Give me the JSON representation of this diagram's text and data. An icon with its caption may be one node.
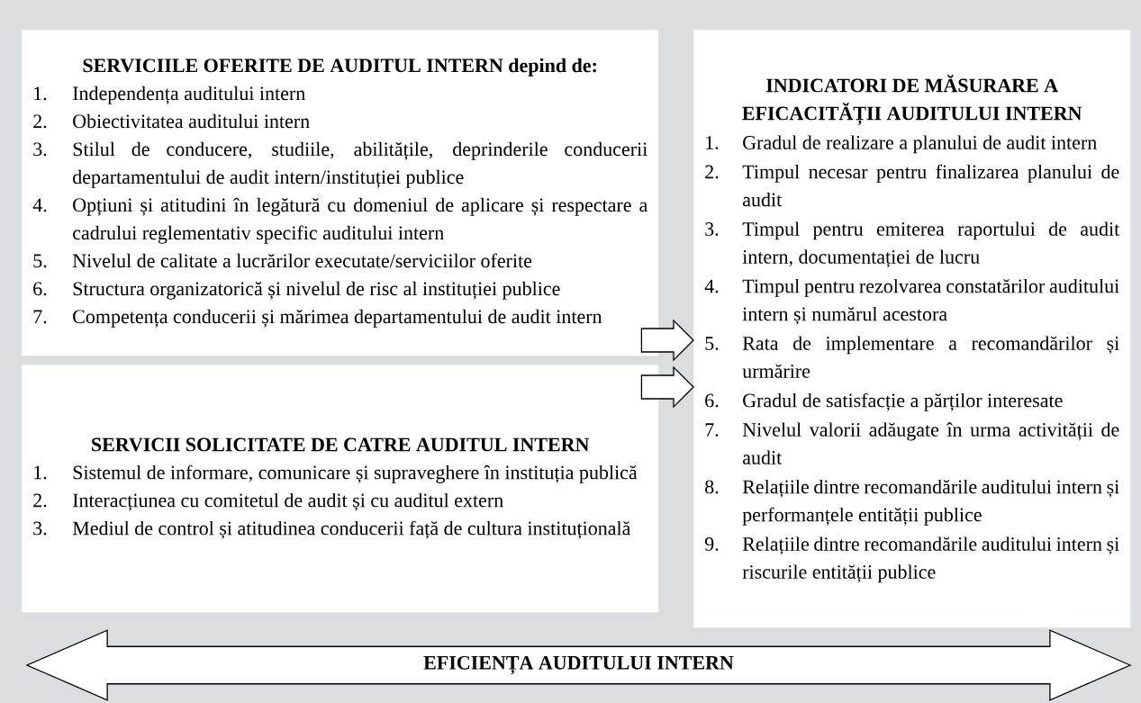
{
  "diagram": {
    "nodes": [
      {
        "text": [
          "SERVICIILE OFERITE DE AUDITUL INTERN depind de:",
          "1.",
          "Independența auditului intern",
          "2.",
          "Obiectivitatea auditului intern",
          "3.",
          "Stilul de conducere, studiile, abilitățile, deprinderile conducerii departamentului de audit intern/instituției publice",
          "4.",
          "Opțiuni și atitudini în legătură cu domeniul de aplicare și respectare a cadrului reglementativ specific auditului intern",
          "5.",
          "Nivelul de calitate a lucrărilor executate/serviciilor oferite",
          "6.",
          "Structura organizatorică și nivelul de risc al instituției publice",
          "7.",
          "Competența conducerii și mărimea departamentului de audit intern"
        ]
      },
      {
        "text": [
          "SERVICII SOLICITATE DE CATRE AUDITUL INTERN",
          "1.",
          "Sistemul de informare, comunicare și supraveghere în instituția publică",
          "2.",
          "Interacțiunea cu comitetul de audit și cu auditul extern",
          "3.",
          "Mediul de control și atitudinea conducerii față de cultura instituțională"
        ]
      },
      {
        "text": [
          "INDICATORI DE MĂSURARE A EFICACITĂȚII AUDITULUI INTERN",
          "1.",
          "Gradul de realizare a planului de audit intern",
          "2.",
          "Timpul necesar pentru finalizarea planului de audit",
          "3.",
          "Timpul pentru emiterea raportului de audit intern, documentației de lucru",
          "4.",
          "Timpul pentru rezolvarea constatărilor auditului intern și numărul acestora",
          "5.",
          "Rata de implementare a recomandărilor și urmărire",
          "6.",
          "Gradul de satisfacție a părților interesate",
          "7.",
          "Nivelul valorii adăugate în urma activității de audit",
          "8.",
          "Relațiile dintre recomandările auditului intern și performanțele entității publice",
          "9.",
          "Relațiile dintre recomandările auditului intern și riscurile entității publice"
        ]
      },
      {
        "text": [
          "EFICIENȚA AUDITULUI INTERN"
        ]
      }
    ],
    "edges": [
      {
        "from": 0,
        "to": 2,
        "arrow": "to"
      },
      {
        "from": 1,
        "to": 2,
        "arrow": "to"
      }
    ]
  }
}
